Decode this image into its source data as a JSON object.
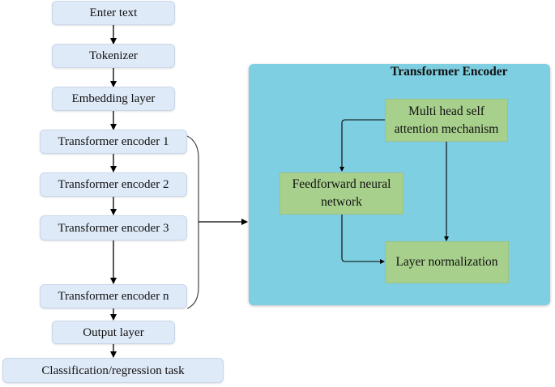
{
  "pipeline": {
    "steps": [
      {
        "label": "Enter text"
      },
      {
        "label": "Tokenizer"
      },
      {
        "label": "Embedding layer"
      },
      {
        "label": "Transformer encoder 1"
      },
      {
        "label": "Transformer encoder 2"
      },
      {
        "label": "Transformer encoder 3"
      },
      {
        "label": "Transformer encoder n"
      },
      {
        "label": "Output layer"
      },
      {
        "label": "Classification/regression task"
      }
    ]
  },
  "encoder_detail": {
    "title": "Transformer Encoder",
    "blocks": {
      "attention": "Multi head self attention mechanism",
      "feedforward": "Feedforward neural network",
      "layernorm": "Layer normalization"
    }
  },
  "colors": {
    "step_fill": "#dfeaf8",
    "panel_fill": "#7ecfe1",
    "block_fill": "#a8d08d"
  }
}
